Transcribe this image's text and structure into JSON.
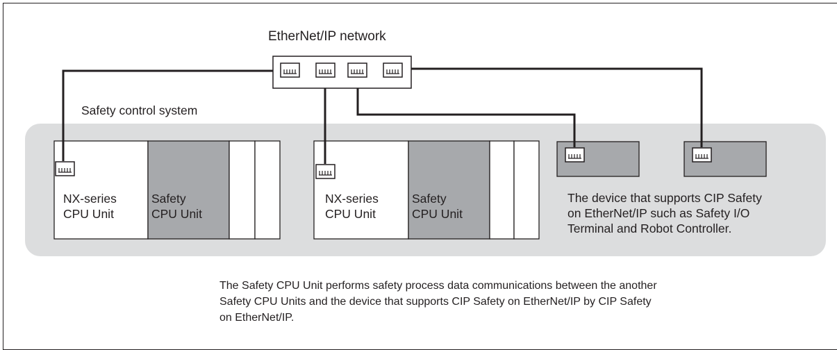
{
  "network_label": "EtherNet/IP network",
  "system_label": "Safety control system",
  "units": [
    {
      "cpu_label": [
        "NX-series",
        "CPU Unit"
      ],
      "safety_label": [
        "Safety",
        "CPU Unit"
      ]
    },
    {
      "cpu_label": [
        "NX-series",
        "CPU Unit"
      ],
      "safety_label": [
        "Safety",
        "CPU Unit"
      ]
    }
  ],
  "device_description": [
    "The device that supports CIP Safety",
    "on EtherNet/IP such as Safety I/O",
    "Terminal and Robot Controller."
  ],
  "footer_note": [
    "The Safety CPU Unit performs safety process data communications between the another",
    "Safety CPU Units and the device that supports CIP Safety on EtherNet/IP by CIP Safety",
    "on EtherNet/IP."
  ],
  "colors": {
    "line": "#231f20",
    "system_background": "#dcddde",
    "safety_fill": "#a7a9ac",
    "white": "#ffffff"
  }
}
